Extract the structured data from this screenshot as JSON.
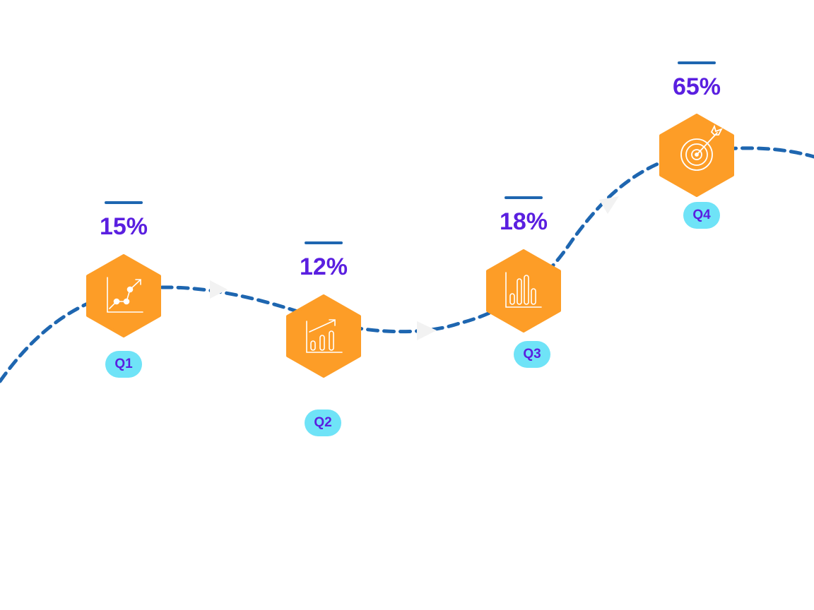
{
  "colors": {
    "path": "#1e66b0",
    "arrow": "#f2f2f2",
    "bar": "#1e66b0",
    "percent": "#5a1fe0",
    "hexagon": "#fd9d27",
    "icon": "#ffffff",
    "pill_bg": "#6fe3f7",
    "pill_text": "#5a1fe0"
  },
  "milestones": [
    {
      "quarter": "Q1",
      "percent": "15%",
      "value": 15,
      "icon": "line-growth-icon"
    },
    {
      "quarter": "Q2",
      "percent": "12%",
      "value": 12,
      "icon": "bar-chart-trend-icon"
    },
    {
      "quarter": "Q3",
      "percent": "18%",
      "value": 18,
      "icon": "bar-chart-icon"
    },
    {
      "quarter": "Q4",
      "percent": "65%",
      "value": 65,
      "icon": "target-icon"
    }
  ]
}
